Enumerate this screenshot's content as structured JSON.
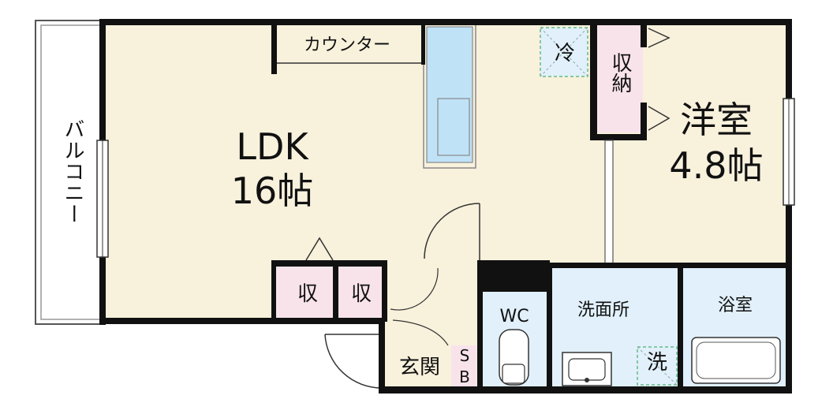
{
  "rooms": {
    "ldk": {
      "name": "LDK",
      "size": "16帖"
    },
    "western": {
      "name": "洋室",
      "size": "4.8帖"
    },
    "balcony": "バルコニー",
    "counter": "カウンター",
    "fridge": "冷",
    "storage_closet": "収納",
    "storage_small_1": "収",
    "storage_small_2": "収",
    "entrance": "玄関",
    "shoe_box_top": "S",
    "shoe_box_bottom": "B",
    "toilet": "WC",
    "washroom": "洗面所",
    "washer": "洗",
    "bathroom": "浴室"
  },
  "colors": {
    "floor": "#f8f1dc",
    "wet_area": "#e1f0fa",
    "storage": "#f9e3eb",
    "wall": "#111111",
    "fixture": "#bfe2f6"
  }
}
